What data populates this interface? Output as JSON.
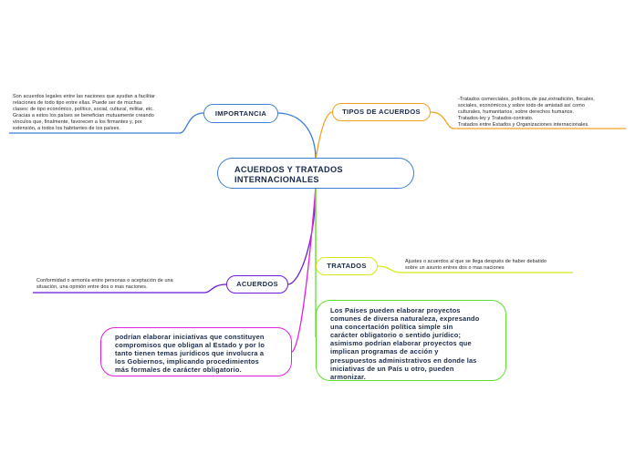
{
  "center": {
    "lines": [
      "ACUERDOS Y TRATADOS",
      "INTERNACIONALES"
    ]
  },
  "importancia": {
    "label": "IMPORTANCIA",
    "note_lines": [
      "Son acuerdos legales entre las naciones que ayudan a facilitar",
      "relaciones de todo tipo entre ellas. Puede ser de muchas",
      "clases: de tipo económico, político, social, cultural, militar, etc.",
      "Gracias a estos los países se benefician mutuamente creando",
      "vínculos que, finalmente, favorecen a los firmantes y, por",
      "extensión, a todos los habitantes de los países."
    ]
  },
  "tipos": {
    "label": "TIPOS DE ACUERDOS",
    "note_lines": [
      "-Tratados comerciales, políticos,de paz,extradición, fiscales,",
      "sociales, económicos,y sobre todo de amistad así como",
      "culturales, humanitarios, sobre derechos humanos.",
      "Tratados-ley y Tratados-contrato.",
      "Tratados entre Estados y Organizaciones internacionales."
    ]
  },
  "acuerdos": {
    "label": "ACUERDOS",
    "note_lines": [
      "Conformidad o armonía entre personas o aceptación de una",
      "situación, una opinión entre dos o mas naciones."
    ]
  },
  "tratados": {
    "label": "TRATADOS",
    "note_lines": [
      "Ajustes o acuerdos al que se llega después de haber debatido",
      "sobre un asunto entres dos o mas naciones"
    ]
  },
  "iniciativas": {
    "lines": [
      "podrían elaborar iniciativas que constituyen",
      "compromisos que obligan al Estado y por lo",
      "tanto tienen temas jurídicos que involucra a",
      "los Gobiernos, implicando procedimientos",
      "más formales de carácter obligatorio."
    ]
  },
  "paises": {
    "lines": [
      "Los Países pueden elaborar proyectos",
      "comunes de diversa naturaleza, expresando",
      "una concertación política simple sin",
      "carácter obligatorio o sentido jurídico;",
      "asimismo podrían elaborar proyectos que",
      "implican programas de acción y",
      "presupuestos administrativos en donde las",
      "iniciativas de un País u otro, pueden",
      "armonizar."
    ]
  },
  "colors": {
    "importancia": "#3b7fd6",
    "tipos": "#f0a020",
    "acuerdos": "#6a1ad8",
    "tratados": "#d8e81a",
    "iniciativas": "#e020e0",
    "paises": "#5ee032"
  }
}
